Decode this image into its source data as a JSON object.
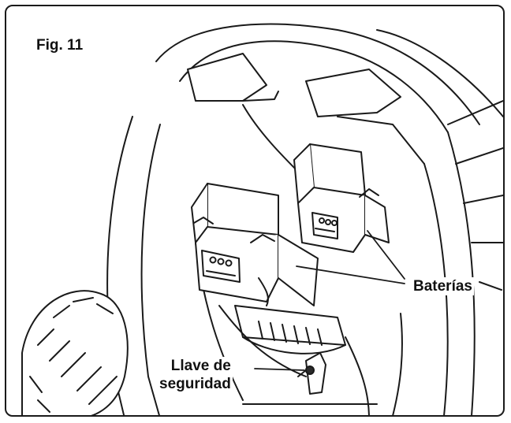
{
  "figure": {
    "title": "Fig. 11",
    "callouts": {
      "batteries": "Baterías",
      "safety_key_line1": "Llave de",
      "safety_key_line2": "seguridad"
    }
  },
  "colors": {
    "line": "#1a1a1a",
    "paper": "#ffffff",
    "shade": "#2b2b2b"
  }
}
